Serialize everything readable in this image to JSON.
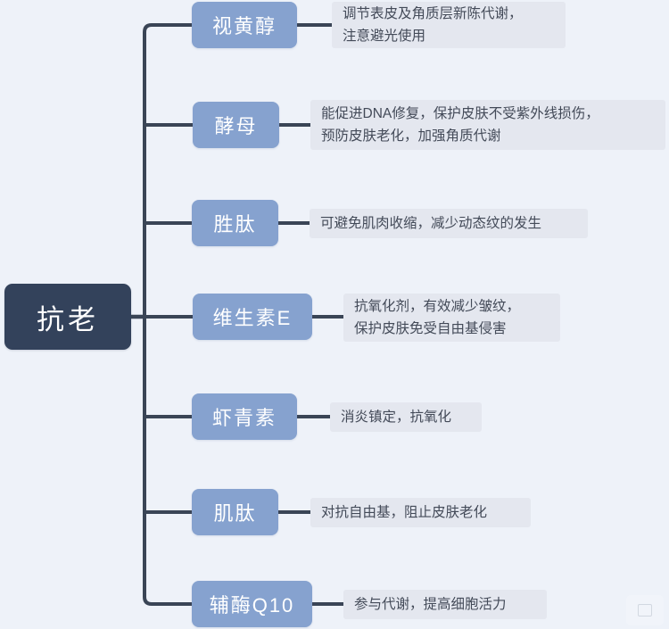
{
  "diagram": {
    "type": "mind-map",
    "title": "抗老",
    "background_color": "#eef2f9",
    "root_color": "#33425b",
    "branch_color": "#86a2cf",
    "desc_color": "#e4e7ef",
    "line_color": "#3a4556",
    "root": {
      "label": "抗老"
    },
    "branches": [
      {
        "label": "视黄醇",
        "desc_lines": [
          "调节表皮及角质层新陈代谢，",
          "注意避光使用"
        ]
      },
      {
        "label": "酵母",
        "desc_lines": [
          "能促进DNA修复，保护皮肤不受紫外线损伤，",
          "预防皮肤老化，加强角质代谢"
        ]
      },
      {
        "label": "胜肽",
        "desc_lines": [
          "可避免肌肉收缩，减少动态纹的发生"
        ]
      },
      {
        "label": "维生素E",
        "desc_lines": [
          "抗氧化剂，有效减少皱纹，",
          "保护皮肤免受自由基侵害"
        ]
      },
      {
        "label": "虾青素",
        "desc_lines": [
          "消炎镇定，抗氧化"
        ]
      },
      {
        "label": "肌肽",
        "desc_lines": [
          "对抗自由基，阻止皮肤老化"
        ]
      },
      {
        "label": "辅酶Q10",
        "desc_lines": [
          "参与代谢，提高细胞活力"
        ]
      }
    ]
  }
}
